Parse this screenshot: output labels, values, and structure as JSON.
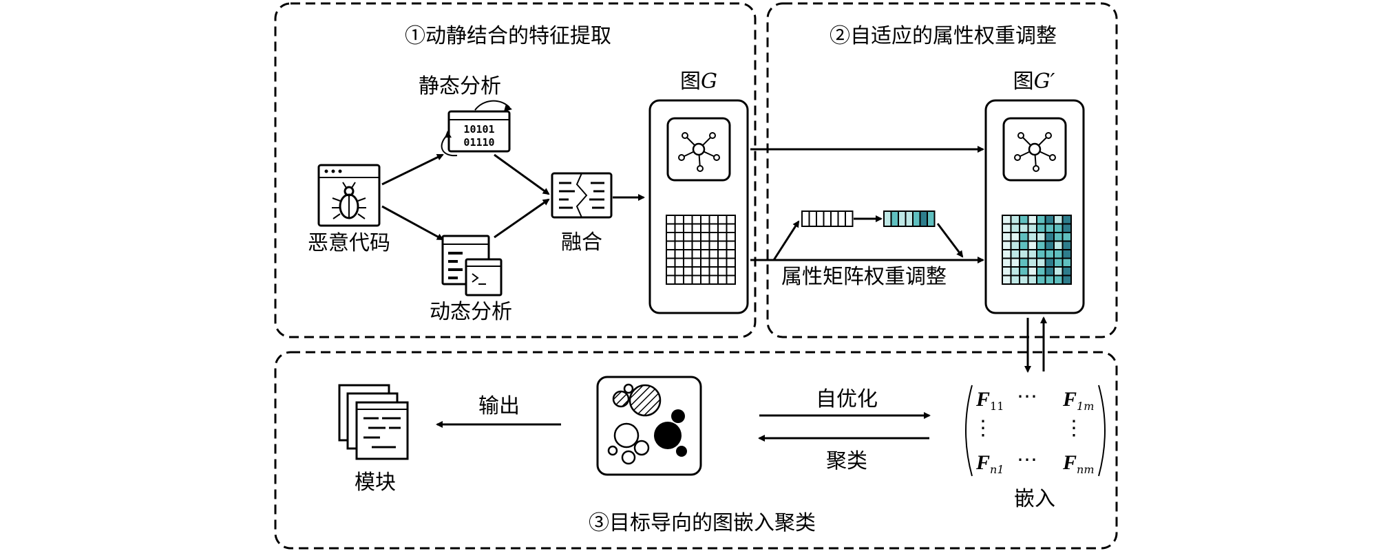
{
  "sections": {
    "s1_title": "①动静结合的特征提取",
    "s2_title": "②自适应的属性权重调整",
    "s3_title": "③目标导向的图嵌入聚类"
  },
  "nodes": {
    "malware": "恶意代码",
    "static": "静态分析",
    "dynamic": "动态分析",
    "fusion": "融合",
    "graph_g_prefix": "图",
    "graph_g_var": "G",
    "graph_g2_prefix": "图",
    "graph_g2_var": "G′",
    "reweight": "属性矩阵权重调整",
    "embed": "嵌入",
    "self_opt": "自优化",
    "cluster": "聚类",
    "output": "输出",
    "module": "模块"
  },
  "binary": {
    "row1": "10101",
    "row2": "01110"
  },
  "matrix": {
    "f11": "F",
    "f11_sub": "11",
    "f1m": "F",
    "f1m_sub": "1m",
    "fn1": "F",
    "fn1_sub": "n1",
    "fnm": "F",
    "fnm_sub": "nm",
    "hdots": "⋯",
    "vdots": "⋮"
  },
  "colors": {
    "teal_dark": "#2e7d8c",
    "teal_mid": "#5fbfbf",
    "teal_light": "#bfe8e6",
    "teal_pale": "#e2f5f4"
  }
}
